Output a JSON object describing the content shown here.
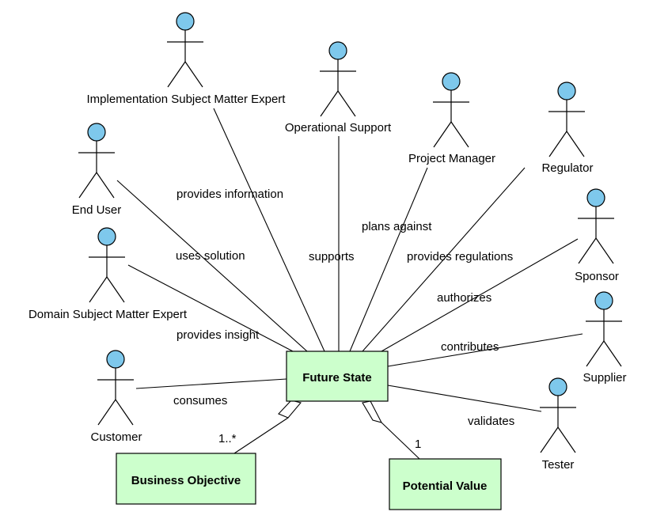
{
  "diagram": {
    "center_box": {
      "label": "Future State"
    },
    "boxes": [
      {
        "id": "business-objective",
        "label": "Business Objective",
        "multiplicity": "1..*"
      },
      {
        "id": "potential-value",
        "label": "Potential Value",
        "multiplicity": "1"
      }
    ],
    "actors": [
      {
        "id": "implementation-sme",
        "name": "Implementation Subject Matter Expert",
        "relation": "provides information"
      },
      {
        "id": "operational-support",
        "name": "Operational Support",
        "relation": "supports"
      },
      {
        "id": "project-manager",
        "name": "Project Manager",
        "relation": "plans against"
      },
      {
        "id": "regulator",
        "name": "Regulator",
        "relation": "provides regulations"
      },
      {
        "id": "end-user",
        "name": "End User",
        "relation": "uses solution"
      },
      {
        "id": "sponsor",
        "name": "Sponsor",
        "relation": "authorizes"
      },
      {
        "id": "domain-sme",
        "name": "Domain Subject Matter Expert",
        "relation": "provides insight"
      },
      {
        "id": "supplier",
        "name": "Supplier",
        "relation": "contributes"
      },
      {
        "id": "customer",
        "name": "Customer",
        "relation": "consumes"
      },
      {
        "id": "tester",
        "name": "Tester",
        "relation": "validates"
      }
    ],
    "colors": {
      "box_fill": "#ccffcc",
      "actor_head": "#7ec8ec",
      "line": "#000000"
    }
  }
}
